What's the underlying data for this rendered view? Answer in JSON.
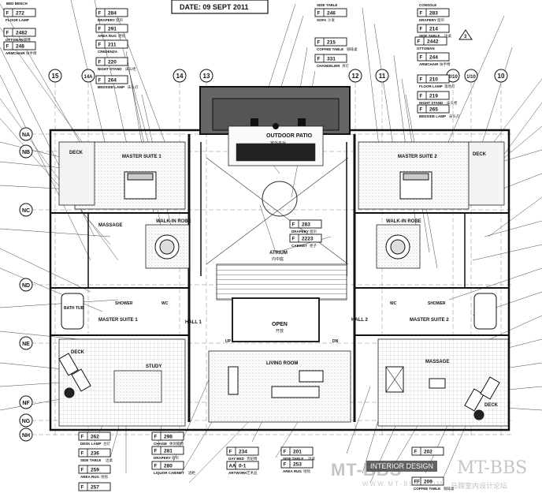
{
  "title": "DATE: 09  SEPT  2011",
  "grid_columns": [
    "15",
    "14A",
    "14",
    "13",
    "12",
    "11",
    "2/10",
    "1/10",
    "10"
  ],
  "grid_rows": [
    "NA",
    "NB",
    "NC",
    "ND",
    "NE",
    "NF",
    "NG",
    "NH"
  ],
  "rooms": {
    "outdoor_patio": "OUTDOOR PATIO",
    "outdoor_patio_cn": "室外平台",
    "master_suite_1": "MASTER SUITE 1",
    "master_suite_2": "MASTER SUITE 2",
    "master_suite_1b": "MASTER SUITE 1",
    "master_suite_2b": "MASTER SUITE 2",
    "walkin_robe_left": "WALK-IN ROBE",
    "walkin_robe_right": "WALK-IN ROBE",
    "massage_left": "MASSAGE",
    "massage_right": "MASSAGE",
    "deck_nw": "DECK",
    "deck_ne": "DECK",
    "deck_sw": "DECK",
    "deck_se": "DECK",
    "atrium": "ATRIUM",
    "atrium_cn": "内中庭",
    "open": "OPEN",
    "open_cn": "开放",
    "hall1": "HALL 1",
    "hall2": "HALL 2",
    "living": "LIVING ROOM",
    "study": "STUDY",
    "bath_tub": "BATH TUB",
    "shower": "SHOWER",
    "wc": "WC",
    "up": "UP",
    "dn": "DN"
  },
  "top_left_tags": [
    {
      "code": "272",
      "name": "FLOOR LAMP",
      "cn": ""
    },
    {
      "code": "2482",
      "name": "OTTOMAN",
      "cn": "脚凳"
    },
    {
      "code": "248",
      "name": "ARMCHAIR",
      "cn": "扶手椅"
    }
  ],
  "top_left_head": "BED BENCH",
  "top_mid_left_tags": [
    {
      "code": "284",
      "name": "DRAPERY",
      "cn": "窗帘"
    },
    {
      "code": "291",
      "name": "AREA RUG",
      "cn": "地毯"
    },
    {
      "code": "211",
      "name": "CREDENZA",
      "cn": ""
    },
    {
      "code": "220",
      "name": "NIGHT STAND",
      "cn": "床头柜"
    },
    {
      "code": "264",
      "name": "BEDSIDE LAMP",
      "cn": "床头灯"
    }
  ],
  "top_mid_tags": [
    {
      "code": "246",
      "name": "SOFA",
      "cn": "沙发"
    },
    {
      "code": "215",
      "name": "COFFEE TABLE",
      "cn": "咖啡桌"
    },
    {
      "code": "331",
      "name": "CHANDELIER",
      "cn": "吊灯"
    }
  ],
  "top_mid_head": "SIDE TABLE",
  "top_right_tags": [
    {
      "code": "283",
      "name": "DRAPERY",
      "cn": "窗帘"
    },
    {
      "code": "214",
      "name": "SIDE TABLE",
      "cn": "边桌"
    },
    {
      "code": "2442",
      "name": "OTTOMAN",
      "cn": ""
    },
    {
      "code": "244",
      "name": "ARMCHAIR",
      "cn": "扶手椅"
    },
    {
      "code": "210",
      "name": "FLOOR LAMP",
      "cn": "落地灯"
    },
    {
      "code": "219",
      "name": "NIGHT STAND",
      "cn": "床头柜"
    },
    {
      "code": "265",
      "name": "BEDSIDE LAMP",
      "cn": "床头灯"
    }
  ],
  "top_right_head": "CONSOLE",
  "revision_mark": "3",
  "atrium_tags": [
    {
      "code": "283",
      "name": "DRAPERY",
      "cn": "窗帘"
    },
    {
      "code": "2223",
      "name": "CABINET",
      "cn": "柜子"
    }
  ],
  "bottom_tags": [
    {
      "code": "262",
      "name": "DESK LAMP",
      "cn": "台灯"
    },
    {
      "code": "236",
      "name": "SIDE TABLE",
      "cn": "边桌"
    },
    {
      "code": "259",
      "name": "AREA RUG",
      "cn": "地毯"
    },
    {
      "code": "257",
      "name": "",
      "cn": ""
    },
    {
      "code": "298",
      "name": "CHAISE",
      "cn": "休闲躺椅"
    },
    {
      "code": "281",
      "name": "DRAPERY",
      "cn": "窗帘"
    },
    {
      "code": "280",
      "name": "LIQUOR CABINET",
      "cn": "酒柜"
    },
    {
      "code": "234",
      "name": "DAY BED",
      "cn": "贵妃椅"
    },
    {
      "code": "0-1",
      "name": "ARTWORK",
      "cn": "艺术品"
    },
    {
      "code": "201",
      "name": "SIDE TABLE",
      "cn": "边桌"
    },
    {
      "code": "253",
      "name": "AREA RUG",
      "cn": "地毯"
    },
    {
      "code": "202",
      "name": "",
      "cn": ""
    },
    {
      "code": "209",
      "name": "COFFEE TABLE",
      "cn": "咖啡桌"
    }
  ],
  "bottom_sofa": "SOFA",
  "aa_prefix": "AA",
  "ff_prefix": "FF",
  "watermark": {
    "left": "MT-BBS",
    "badge": "INTERIOR DESIGN",
    "right": "MT-BBS",
    "sub": "马蹄室内设计论坛",
    "url": "WWW.MT-BBS.COM"
  }
}
